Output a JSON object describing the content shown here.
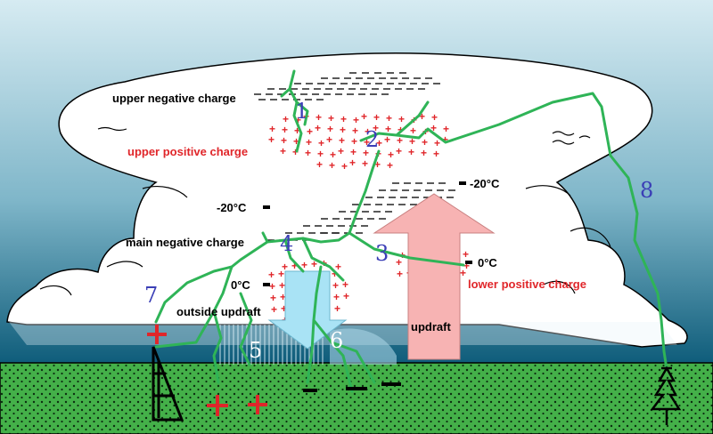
{
  "labels": {
    "upper_negative": "upper negative charge",
    "upper_positive": "upper positive charge",
    "main_negative": "main negative charge",
    "lower_positive": "lower positive charge",
    "outside_updraft": "outside updraft",
    "updraft": "updraft",
    "temp_minus20_left": "-20°C",
    "temp_minus20_right": "-20°C",
    "temp_zero_left": "0°C",
    "temp_zero_right": "0°C"
  },
  "numbers": [
    "1",
    "2",
    "3",
    "4",
    "5",
    "6",
    "7",
    "8"
  ],
  "colors": {
    "cloud": "#ffffff",
    "sky_top": "#cfe6ee",
    "sky_bottom": "#0e5c7a",
    "ground": "#44b049",
    "lightning": "#2fb457",
    "positive": "#e0262a",
    "number": "#3b3fb6",
    "updraft_arrow": "#f7b3b3",
    "downdraft_arrow": "#a9e3f5"
  },
  "icons": {
    "tower": "tower-icon",
    "tree": "tree-icon"
  }
}
